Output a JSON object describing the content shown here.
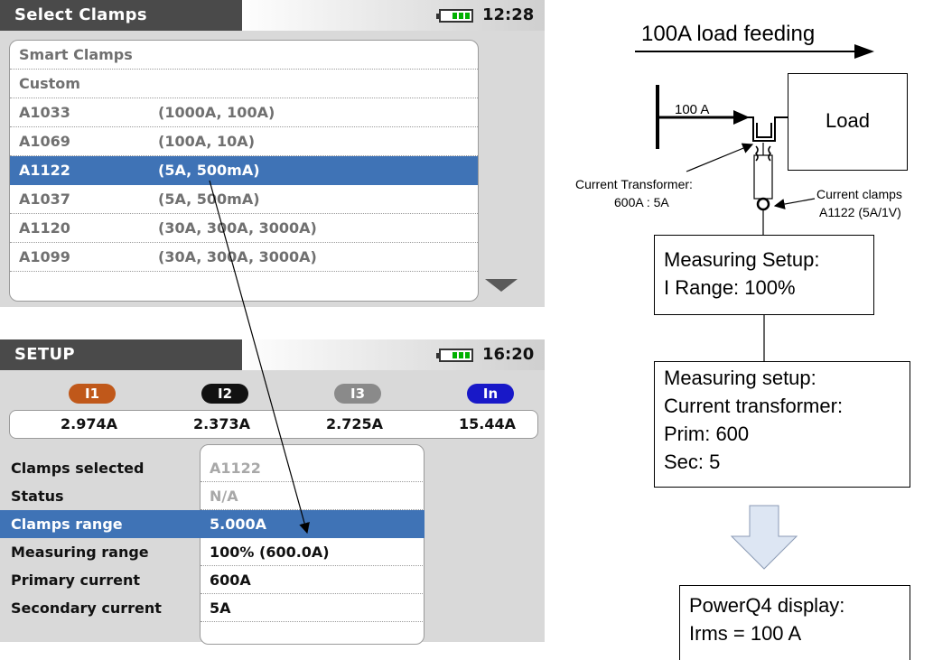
{
  "clamps_screen": {
    "title": "Select Clamps",
    "time": "12:28",
    "items": [
      {
        "name": "Smart Clamps",
        "range": ""
      },
      {
        "name": "Custom",
        "range": ""
      },
      {
        "name": "A1033",
        "range": "(1000A, 100A)"
      },
      {
        "name": "A1069",
        "range": "(100A, 10A)"
      },
      {
        "name": "A1122",
        "range": "(5A, 500mA)",
        "selected": true
      },
      {
        "name": "A1037",
        "range": "(5A, 500mA)"
      },
      {
        "name": "A1120",
        "range": "(30A, 300A, 3000A)"
      },
      {
        "name": "A1099",
        "range": "(30A, 300A, 3000A)"
      }
    ],
    "scroll_icon": "triangle-down-icon"
  },
  "setup_screen": {
    "title": "SETUP",
    "time": "16:20",
    "channels": [
      {
        "label": "I1",
        "value": "2.974A",
        "color": "#c0581a"
      },
      {
        "label": "I2",
        "value": "2.373A",
        "color": "#111111"
      },
      {
        "label": "I3",
        "value": "2.725A",
        "color": "#8a8a8a"
      },
      {
        "label": "In",
        "value": "15.44A",
        "color": "#1818c8"
      }
    ],
    "rows": [
      {
        "label": "Clamps selected",
        "value": "A1122"
      },
      {
        "label": "Status",
        "value": "N/A"
      },
      {
        "label": "Clamps range",
        "value": "5.000A"
      },
      {
        "label": "Measuring range",
        "value": "100% (600.0A)"
      },
      {
        "label": "Primary current",
        "value": "600A"
      },
      {
        "label": "Secondary current",
        "value": "5A"
      }
    ]
  },
  "diagram": {
    "feed_label": "100A load feeding",
    "line_current": "100 A",
    "load_label": "Load",
    "ct_label_1": "Current Transformer:",
    "ct_label_2": "600A : 5A",
    "clamps_label_1": "Current clamps",
    "clamps_label_2": "A1122 (5A/1V)",
    "setup_box_1": "Measuring Setup:",
    "setup_box_2": "I Range: 100%",
    "ct_box_1": "Measuring setup:",
    "ct_box_2": "Current transformer:",
    "ct_box_3": "Prim: 600",
    "ct_box_4": "Sec: 5",
    "display_box_1": "PowerQ4 display:",
    "display_box_2": "Irms = 100 A"
  }
}
